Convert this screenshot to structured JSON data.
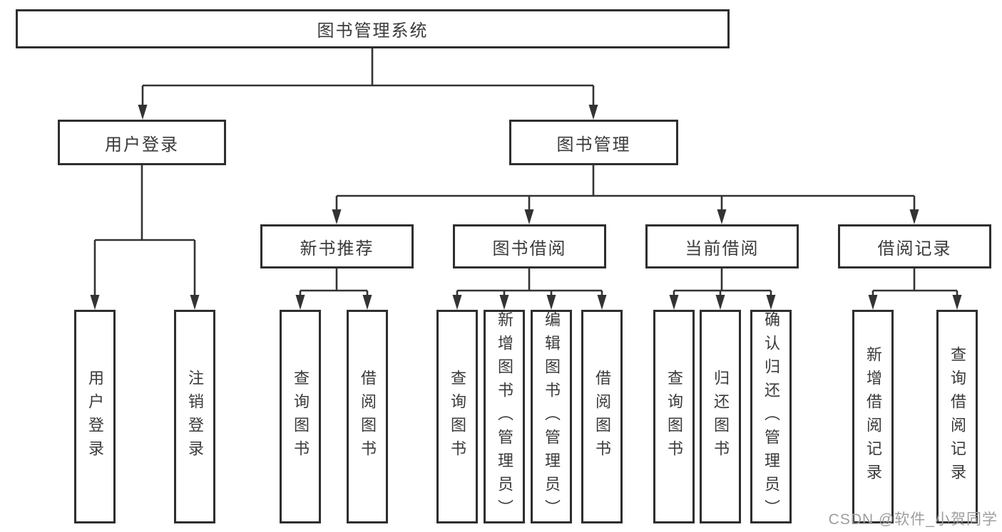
{
  "diagram": {
    "root": {
      "label": "图书管理系统"
    },
    "branches": [
      {
        "label": "用户登录",
        "children": [
          {
            "label": "用户登录"
          },
          {
            "label": "注销登录"
          }
        ]
      },
      {
        "label": "图书管理",
        "children": [
          {
            "label": "新书推荐",
            "children": [
              {
                "label": "查询图书"
              },
              {
                "label": "借阅图书"
              }
            ]
          },
          {
            "label": "图书借阅",
            "children": [
              {
                "label": "查询图书"
              },
              {
                "label": "新增图书（管理员）"
              },
              {
                "label": "编辑图书（管理员）"
              },
              {
                "label": "借阅图书"
              }
            ]
          },
          {
            "label": "当前借阅",
            "children": [
              {
                "label": "查询图书"
              },
              {
                "label": "归还图书"
              },
              {
                "label": "确认归还（管理员）"
              }
            ]
          },
          {
            "label": "借阅记录",
            "children": [
              {
                "label": "新增借阅记录"
              },
              {
                "label": "查询借阅记录"
              }
            ]
          }
        ]
      }
    ]
  },
  "watermark": "CSDN @软件_小贺同学",
  "colors": {
    "line": "#333333",
    "border": "#2e2e2e",
    "text": "#3a3a3a",
    "watermark": "#9e9e9e",
    "background": "#ffffff"
  }
}
